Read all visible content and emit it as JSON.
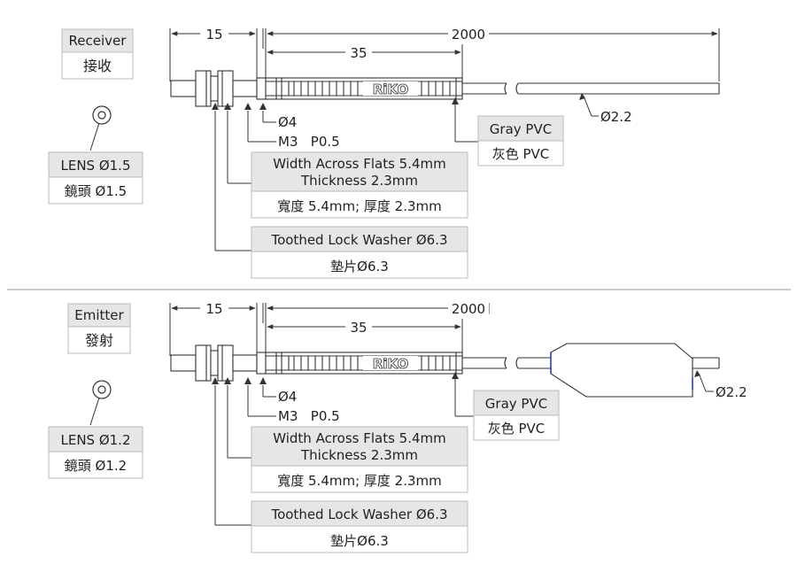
{
  "panels": [
    {
      "id": "receiver",
      "title": "Receiver",
      "title_zh": "接收",
      "lens": "LENS Ø1.5",
      "lens_zh": "鏡頭 Ø1.5",
      "dim_15": "15",
      "dim_2000": "2000",
      "dim_35": "35",
      "logo": "RiKO",
      "dia4": "Ø4",
      "thread": "M3   P0.5",
      "cable": "Gray PVC",
      "cable_zh": "灰色 PVC",
      "cable_dia": "Ø2.2",
      "flats": "Width Across Flats 5.4mm",
      "thickness": "Thickness 2.3mm",
      "flats_zh": "寬度 5.4mm; 厚度 2.3mm",
      "washer": "Toothed Lock Washer Ø6.3",
      "washer_zh": "墊片Ø6.3"
    },
    {
      "id": "emitter",
      "title": "Emitter",
      "title_zh": "發射",
      "lens": "LENS Ø1.2",
      "lens_zh": "鏡頭 Ø1.2",
      "dim_15": "15",
      "dim_2000": "2000",
      "dim_35": "35",
      "logo": "RiKO",
      "dia4": "Ø4",
      "thread": "M3   P0.5",
      "cable": "Gray PVC",
      "cable_zh": "灰色 PVC",
      "cable_dia": "Ø2.2",
      "flats": "Width Across Flats 5.4mm",
      "thickness": "Thickness 2.3mm",
      "flats_zh": "寬度 5.4mm; 厚度 2.3mm",
      "washer": "Toothed Lock Washer Ø6.3",
      "washer_zh": "墊片Ø6.3"
    }
  ],
  "colors": {
    "line": "#333333",
    "box_fill": "#e6e6e6",
    "box_border": "#bbbbbb",
    "divider": "#999999",
    "accent": "#3344aa"
  }
}
